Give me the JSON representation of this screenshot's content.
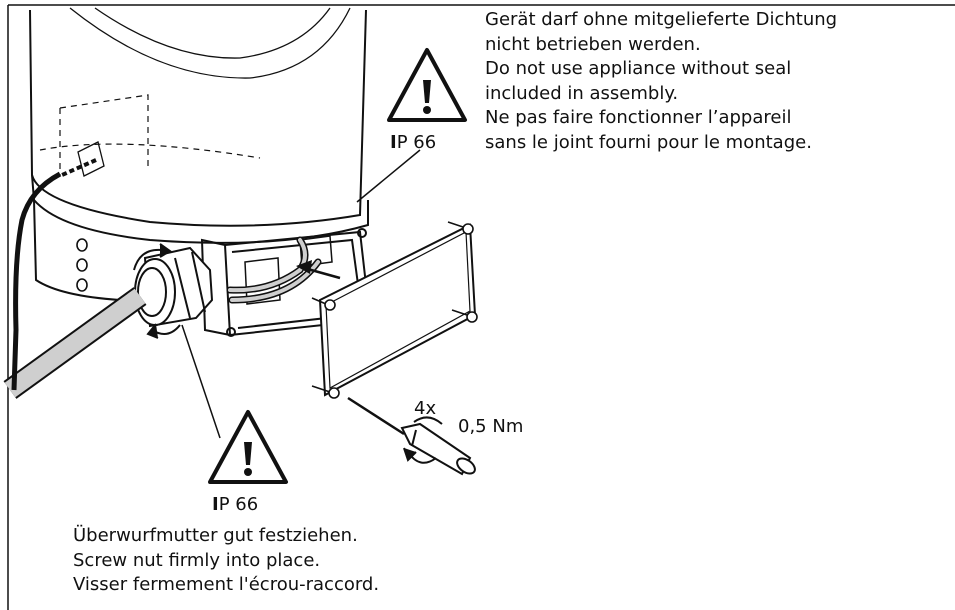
{
  "notes": {
    "seal": [
      "Gerät darf ohne mitgelieferte Dichtung",
      "nicht betrieben werden.",
      "Do not use appliance without seal",
      "included in assembly.",
      "Ne pas faire fonctionner l’appareil",
      "sans le joint fourni pour le montage."
    ],
    "nut": [
      "Überwurfmutter gut festziehen.",
      "Screw nut firmly into place.",
      "Visser fermement l'écrou-raccord."
    ]
  },
  "warnings": {
    "top": {
      "ip_first": "I",
      "ip_rest": "P 66"
    },
    "bottom": {
      "ip_first": "I",
      "ip_rest": "P 66"
    }
  },
  "fastening": {
    "count": "4x",
    "torque": "0,5 Nm"
  },
  "colors": {
    "line": "#111111",
    "cable": "#cfcfcf",
    "body": "#ffffff"
  },
  "icons": [
    "warning-icon",
    "rotate-arrow-icon",
    "screwdriver-icon"
  ]
}
